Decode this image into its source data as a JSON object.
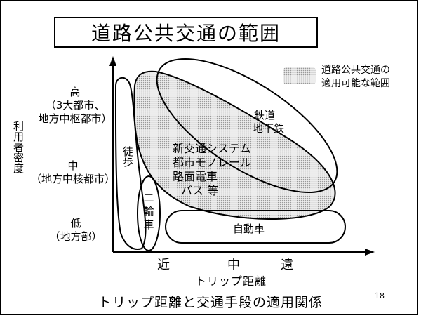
{
  "title": "道路公共交通の範囲",
  "y_axis": {
    "label": "利用者密度",
    "levels": [
      {
        "line1": "高",
        "line2": "（3大都市、",
        "line3": "地方中枢都市）"
      },
      {
        "line1": "中",
        "line2": "（地方中核都市）"
      },
      {
        "line1": "低",
        "line2": "（地方部）"
      }
    ]
  },
  "x_axis": {
    "label": "トリップ距離",
    "ticks": [
      "近",
      "中",
      "遠"
    ]
  },
  "legend": {
    "line1": "道路公共交通の",
    "line2": "適用可能な範囲"
  },
  "regions": {
    "walk": "徒歩",
    "two_wheel": [
      "二",
      "輪",
      "車"
    ],
    "rail": [
      "鉄道",
      "地下鉄"
    ],
    "public_transit": [
      "新交通システム",
      "都市モノレール",
      "路面電車",
      "バス 等"
    ],
    "car": "自動車"
  },
  "caption": "トリップ距離と交通手段の適用関係",
  "page_number": "18",
  "colors": {
    "line": "#000000",
    "hatch": "#9a9a9a",
    "fill": "#ededed"
  }
}
